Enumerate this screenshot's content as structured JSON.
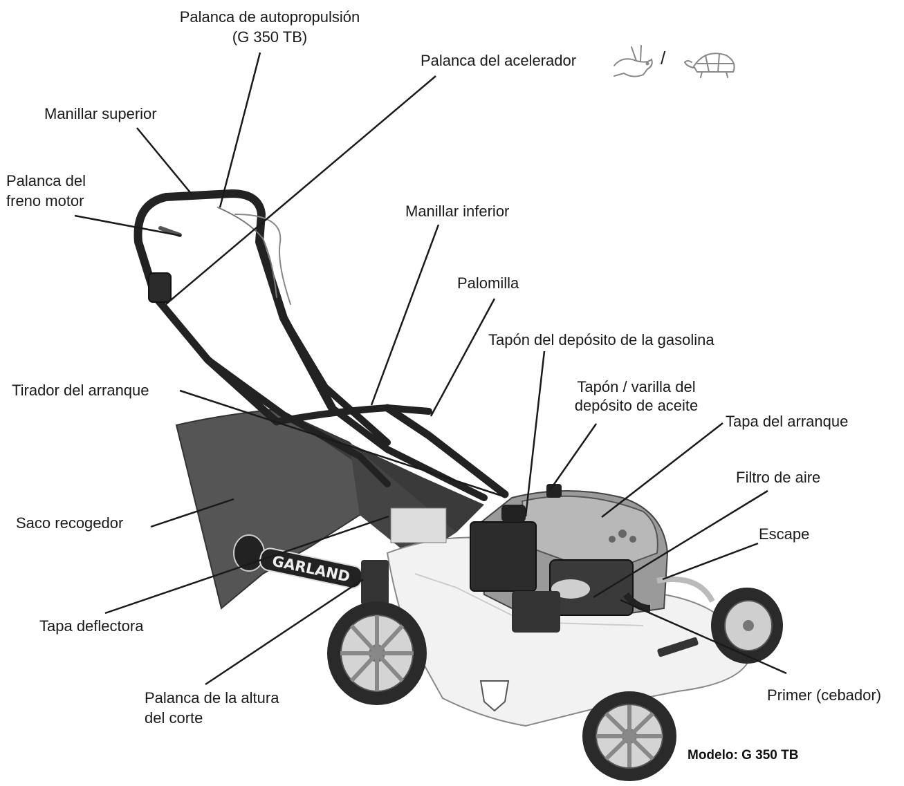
{
  "labels": {
    "self_propel_lever": "Palanca de autopropulsión",
    "self_propel_model": "(G 350 TB)",
    "throttle_lever": "Palanca del acelerador",
    "throttle_separator": "/",
    "upper_handle": "Manillar superior",
    "engine_brake_1": "Palanca del",
    "engine_brake_2": "freno motor",
    "lower_handle": "Manillar inferior",
    "wing_nut": "Palomilla",
    "fuel_cap": "Tapón del depósito de la gasolina",
    "starter_handle": "Tirador del arranque",
    "oil_cap_1": "Tapón / varilla del",
    "oil_cap_2": "depósito de aceite",
    "starter_cover": "Tapa del arranque",
    "air_filter": "Filtro de aire",
    "grass_bag": "Saco recogedor",
    "exhaust": "Escape",
    "deflector": "Tapa deflectora",
    "height_lever_1": "Palanca de la altura",
    "height_lever_2": "del corte",
    "primer": "Primer (cebador)"
  },
  "brand": "GARLAND",
  "model": "Modelo: G 350 TB",
  "icons": [
    "rabbit-icon",
    "turtle-icon"
  ]
}
